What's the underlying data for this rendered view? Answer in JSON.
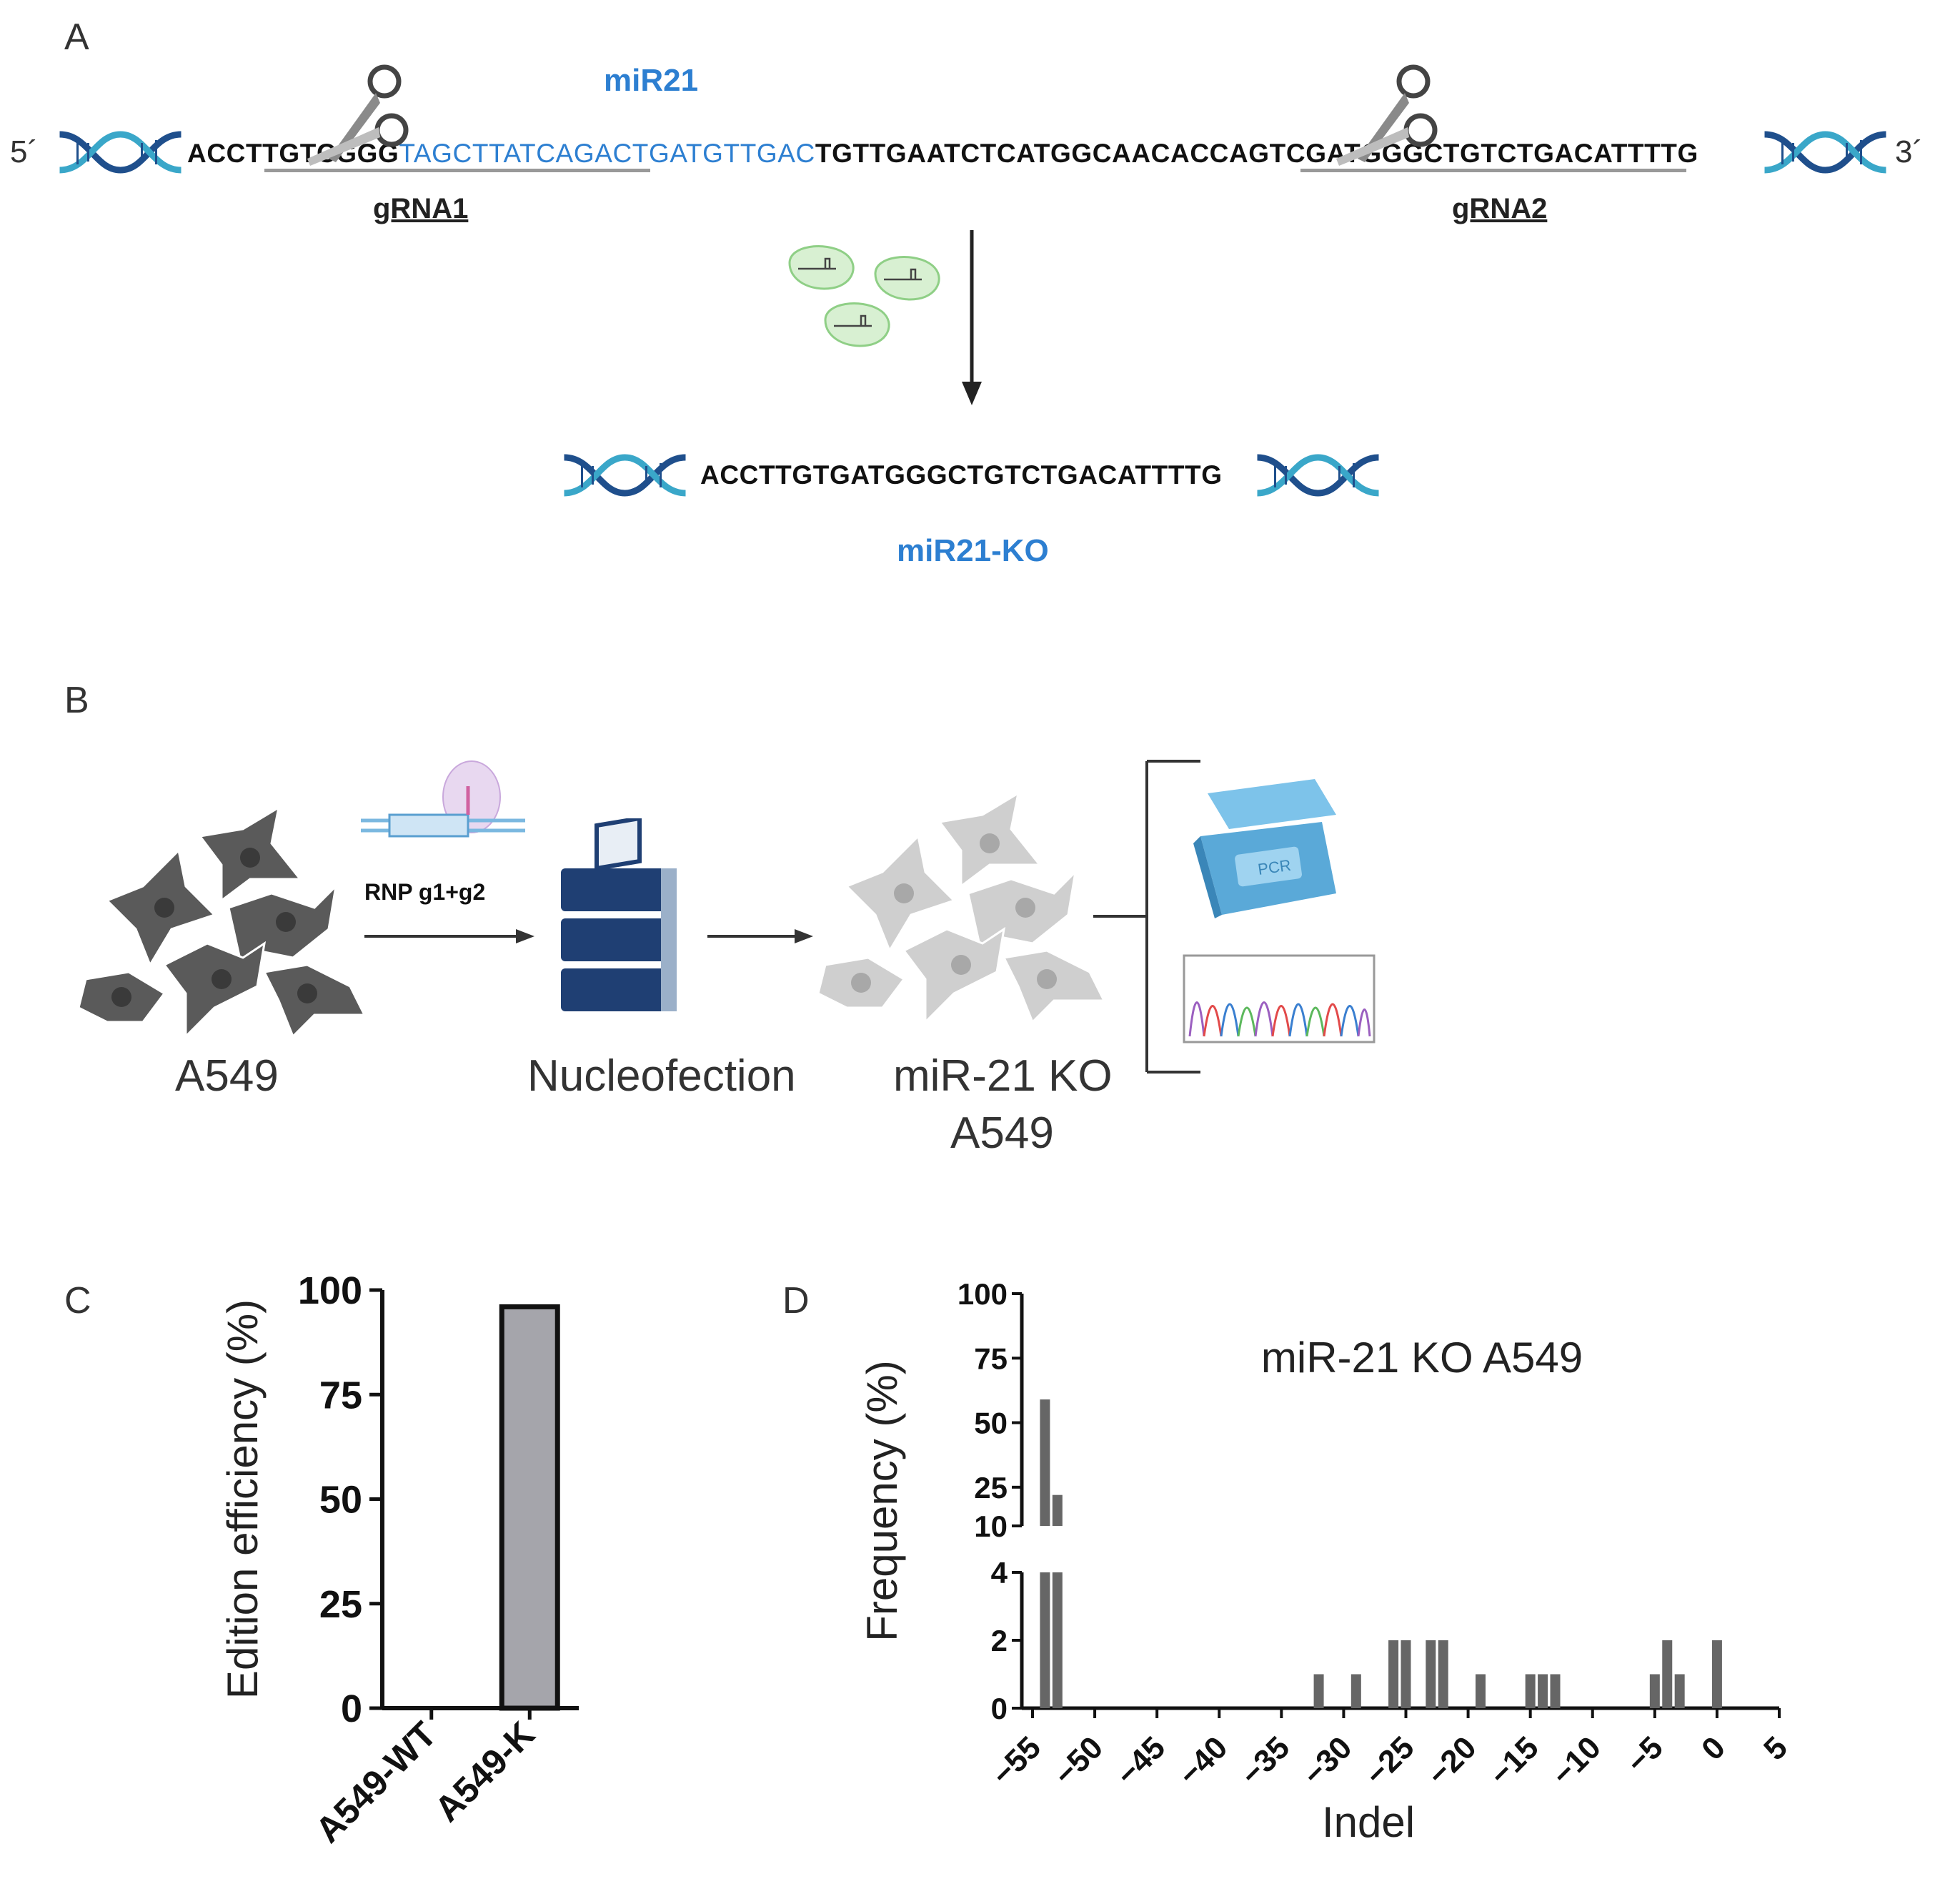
{
  "panel_a": {
    "letter": "A",
    "five_prime": "5´",
    "three_prime": "3´",
    "mir_label": "miR21",
    "seq_black_1": "ACCTTGTCGGG",
    "seq_blue": "TAGCTTATCAGACTGATGTTGAC",
    "seq_black_2": "TGTTGAATCTCATGGCAACACCAGTCGATGGGCTGTCTGACATTTTG",
    "grna1": "gRNA1",
    "grna2": "gRNA2",
    "ko_sequence": "ACCTTGTGATGGGCTGTCTGACATTTTG",
    "ko_label": "miR21-KO"
  },
  "panel_b": {
    "letter": "B",
    "rnp_label": "RNP g1+g2",
    "cells_label": "A549",
    "nucleofection_label": "Nucleofection",
    "ko_cells_label_1": "miR-21 KO",
    "ko_cells_label_2": "A549",
    "pcr_text": "PCR",
    "colors": {
      "wt_cell": "#5a5a5a",
      "ko_cell": "#c8c8c8",
      "device": "#1f3f73",
      "pcr": "#5aa9d8"
    }
  },
  "panel_c": {
    "letter": "C",
    "chart_data": {
      "type": "bar",
      "categories": [
        "A549-WT",
        "A549-K"
      ],
      "values": [
        0,
        96
      ],
      "ylabel": "Edition efficiency (%)",
      "ylim": [
        0,
        100
      ],
      "yticks": [
        0,
        25,
        50,
        75,
        100
      ],
      "bar_color": "#a5a5ab"
    }
  },
  "panel_d": {
    "letter": "D",
    "chart_data": {
      "type": "bar",
      "title": "miR-21 KO A549",
      "xlabel": "Indel",
      "ylabel": "Frequency (%)",
      "xlim": [
        -55,
        5
      ],
      "xticks": [
        -55,
        -50,
        -45,
        -40,
        -35,
        -30,
        -25,
        -20,
        -15,
        -10,
        -5,
        0,
        5
      ],
      "y_axis_broken": true,
      "ylim_lower": [
        0,
        4
      ],
      "yticks_lower": [
        0,
        2,
        4
      ],
      "ylim_upper": [
        10,
        100
      ],
      "yticks_upper": [
        10,
        25,
        50,
        75,
        100
      ],
      "x": [
        -54,
        -53,
        -32,
        -29,
        -26,
        -25,
        -23,
        -22,
        -19,
        -15,
        -14,
        -13,
        -5,
        -4,
        -3,
        0
      ],
      "values": [
        59,
        22,
        1,
        1,
        2,
        2,
        2,
        2,
        1,
        1,
        1,
        1,
        1,
        2,
        1,
        2
      ],
      "bar_color": "#666666"
    }
  }
}
